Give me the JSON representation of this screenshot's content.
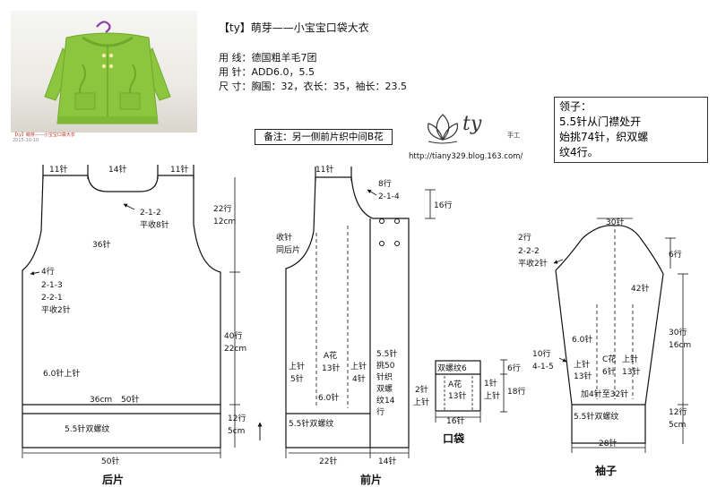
{
  "header": {
    "title": "【ty】萌芽——小宝宝口袋大衣",
    "yarn": "用 线：德国粗羊毛7团",
    "needle": "用 针：ADD6.0，5.5",
    "size": "尺 寸：胸围：32，衣长：35，袖长：23.5"
  },
  "photo": {
    "caption_line1": "【ty】萌芽——小宝宝口袋大衣",
    "caption_line2": "2015-10-10"
  },
  "note": "备注：另一侧前片织中间B花",
  "collar": {
    "line1": "领子：",
    "line2": "5.5针从门襟处开",
    "line3": "始挑74针，织双螺",
    "line4": "纹4行。"
  },
  "logo": {
    "script": "ty",
    "sub": "手工",
    "url": "http://tiany329.blog.163.com/"
  },
  "back": {
    "title": "后片",
    "top_left": "11针",
    "top_mid": "14针",
    "top_right": "11针",
    "neck_dec1": "2-1-2",
    "neck_dec2": "平收8针",
    "count36": "36针",
    "arm_rows": "22行",
    "arm_cm": "12cm",
    "side_4rows": "4行",
    "side_a": "2-1-3",
    "side_b": "2-2-1",
    "side_c": "平收2针",
    "side_rows": "40行",
    "side_cm": "22cm",
    "body_stitch": "6.0针上针",
    "width_cm": "36cm",
    "width_st": "50针",
    "rib": "5.5针双螺纹",
    "rib_rows": "12行",
    "rib_cm": "5cm",
    "bottom": "50针"
  },
  "front": {
    "title": "前片",
    "top": "11针",
    "neck_rows": "8行",
    "neck_dec": "2-1-4",
    "placket_rows": "16行",
    "shoulder1": "收针",
    "shoulder2": "同后片",
    "patternA": "A花",
    "patternA_st": "13针",
    "purl1": "上针",
    "purl1_st": "5针",
    "purl2": "上针",
    "purl2_st": "4针",
    "stitch6": "6.0针",
    "band1": "5.5针",
    "band2": "挑50",
    "band3": "针织",
    "band4": "双螺",
    "band5": "纹14",
    "band6": "行",
    "rib": "5.5针双螺纹",
    "bottom_left": "22针",
    "bottom_right": "14针"
  },
  "pocket": {
    "title": "口袋",
    "top": "双螺纹6",
    "patternA": "A花",
    "patternA_st": "13针",
    "left1": "2针",
    "left2": "上针",
    "right1": "1针",
    "right2": "上针",
    "rows6": "6行",
    "rows18": "18行",
    "bottom": "16针"
  },
  "sleeve": {
    "title": "袖子",
    "top": "30针",
    "cap_rows": "2行",
    "cap_a": "2-2-2",
    "cap_b": "平收2针",
    "right_rows": "6行",
    "count42": "42针",
    "stitch6": "6.0针",
    "inc_rows": "10行",
    "inc": "4-1-5",
    "purl_left": "上针",
    "purl_left_st": "13针",
    "patternC": "C花",
    "patternC_st": "6针",
    "purl_right": "上针",
    "purl_right_st": "13针",
    "inc_to": "加4针至32针",
    "body_rows": "30行",
    "body_cm": "16cm",
    "rib": "5.5针双螺纹",
    "rib_rows": "12行",
    "rib_cm": "5cm",
    "bottom": "28针"
  },
  "colors": {
    "sweater": "#8cc63f",
    "sweater_dark": "#6ea82c",
    "line": "#111111"
  }
}
